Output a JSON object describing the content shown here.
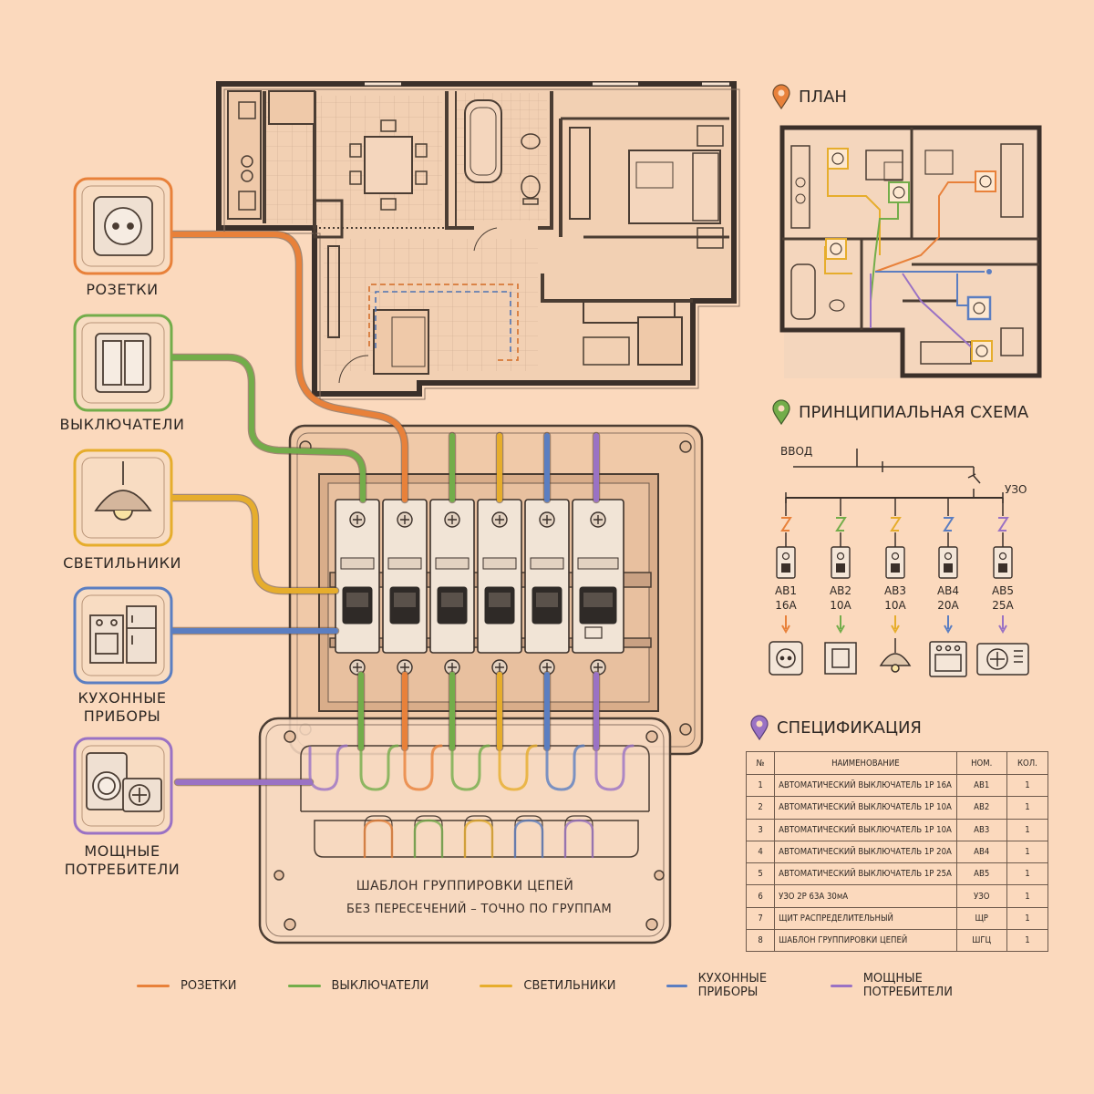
{
  "colors": {
    "background": "#fbd9bd",
    "orange": "#e8813a",
    "green": "#73ad4a",
    "yellow": "#e6ad2c",
    "blue": "#5b7ec1",
    "purple": "#9a72c4",
    "line": "#4b3d33"
  },
  "categories": [
    {
      "label": "РОЗЕТКИ",
      "icon": "socket-icon",
      "color": "#e8813a"
    },
    {
      "label": "ВЫКЛЮЧАТЕЛИ",
      "icon": "switch-icon",
      "color": "#73ad4a"
    },
    {
      "label": "СВЕТИЛЬНИКИ",
      "icon": "pendant-lamp-icon",
      "color": "#e6ad2c"
    },
    {
      "label": "КУХОННЫЕ\nПРИБОРЫ",
      "icon": "stove-fridge-icon",
      "color": "#5b7ec1"
    },
    {
      "label": "МОЩНЫЕ\nПОТРЕБИТЕЛИ",
      "icon": "washer-ac-icon",
      "color": "#9a72c4"
    }
  ],
  "plan": {
    "title": "ПЛАН"
  },
  "schematic": {
    "title": "ПРИНЦИПИАЛЬНАЯ СХЕМА",
    "input_label": "ВВОД",
    "rcd_label": "УЗО",
    "breakers": [
      {
        "name": "АВ1",
        "rating": "16А",
        "color": "#e8813a",
        "load_icon": "socket-icon"
      },
      {
        "name": "АВ2",
        "rating": "10А",
        "color": "#73ad4a",
        "load_icon": "switch-icon"
      },
      {
        "name": "АВ3",
        "rating": "10А",
        "color": "#e6ad2c",
        "load_icon": "pendant-lamp-icon"
      },
      {
        "name": "АВ4",
        "rating": "20А",
        "color": "#5b7ec1",
        "load_icon": "oven-icon"
      },
      {
        "name": "АВ5",
        "rating": "25А",
        "color": "#9a72c4",
        "load_icon": "ac-unit-icon"
      }
    ]
  },
  "spec": {
    "title": "СПЕЦИФИКАЦИЯ",
    "headers": [
      "№",
      "НАИМЕНОВАНИЕ",
      "НОМ.",
      "КОЛ."
    ],
    "rows": [
      [
        "1",
        "АВТОМАТИЧЕСКИЙ ВЫКЛЮЧАТЕЛЬ 1Р 16А",
        "АВ1",
        "1"
      ],
      [
        "2",
        "АВТОМАТИЧЕСКИЙ ВЫКЛЮЧАТЕЛЬ 1Р 10А",
        "АВ2",
        "1"
      ],
      [
        "3",
        "АВТОМАТИЧЕСКИЙ ВЫКЛЮЧАТЕЛЬ 1Р 10А",
        "АВ3",
        "1"
      ],
      [
        "4",
        "АВТОМАТИЧЕСКИЙ ВЫКЛЮЧАТЕЛЬ 1Р 20А",
        "АВ4",
        "1"
      ],
      [
        "5",
        "АВТОМАТИЧЕСКИЙ ВЫКЛЮЧАТЕЛЬ 1Р 25А",
        "АВ5",
        "1"
      ],
      [
        "6",
        "УЗО 2Р 63А 30мА",
        "УЗО",
        "1"
      ],
      [
        "7",
        "ЩИТ РАСПРЕДЕЛИТЕЛЬНЫЙ",
        "ЩР",
        "1"
      ],
      [
        "8",
        "ШАБЛОН ГРУППИРОВКИ ЦЕПЕЙ",
        "ШГЦ",
        "1"
      ]
    ]
  },
  "template": {
    "title": "ШАБЛОН ГРУППИРОВКИ ЦЕПЕЙ",
    "subtitle": "БЕЗ ПЕРЕСЕЧЕНИЙ – ТОЧНО ПО ГРУППАМ"
  },
  "legend": [
    {
      "label": "РОЗЕТКИ",
      "color": "#e8813a"
    },
    {
      "label": "ВЫКЛЮЧАТЕЛИ",
      "color": "#73ad4a"
    },
    {
      "label": "СВЕТИЛЬНИКИ",
      "color": "#e6ad2c"
    },
    {
      "label": "КУХОННЫЕ ПРИБОРЫ",
      "color": "#5b7ec1"
    },
    {
      "label": "МОЩНЫЕ ПОТРЕБИТЕЛИ",
      "color": "#9a72c4"
    }
  ]
}
